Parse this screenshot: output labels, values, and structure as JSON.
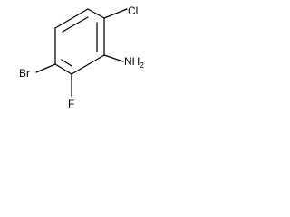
{
  "molecule": {
    "atoms": {
      "chlorine": "Cl",
      "bromine": "Br",
      "fluorine": "F",
      "amine": "NH"
    },
    "amine_subscript": "2"
  },
  "colors": {
    "bond": "#000000",
    "label": "#000000",
    "background": "#ffffff"
  }
}
